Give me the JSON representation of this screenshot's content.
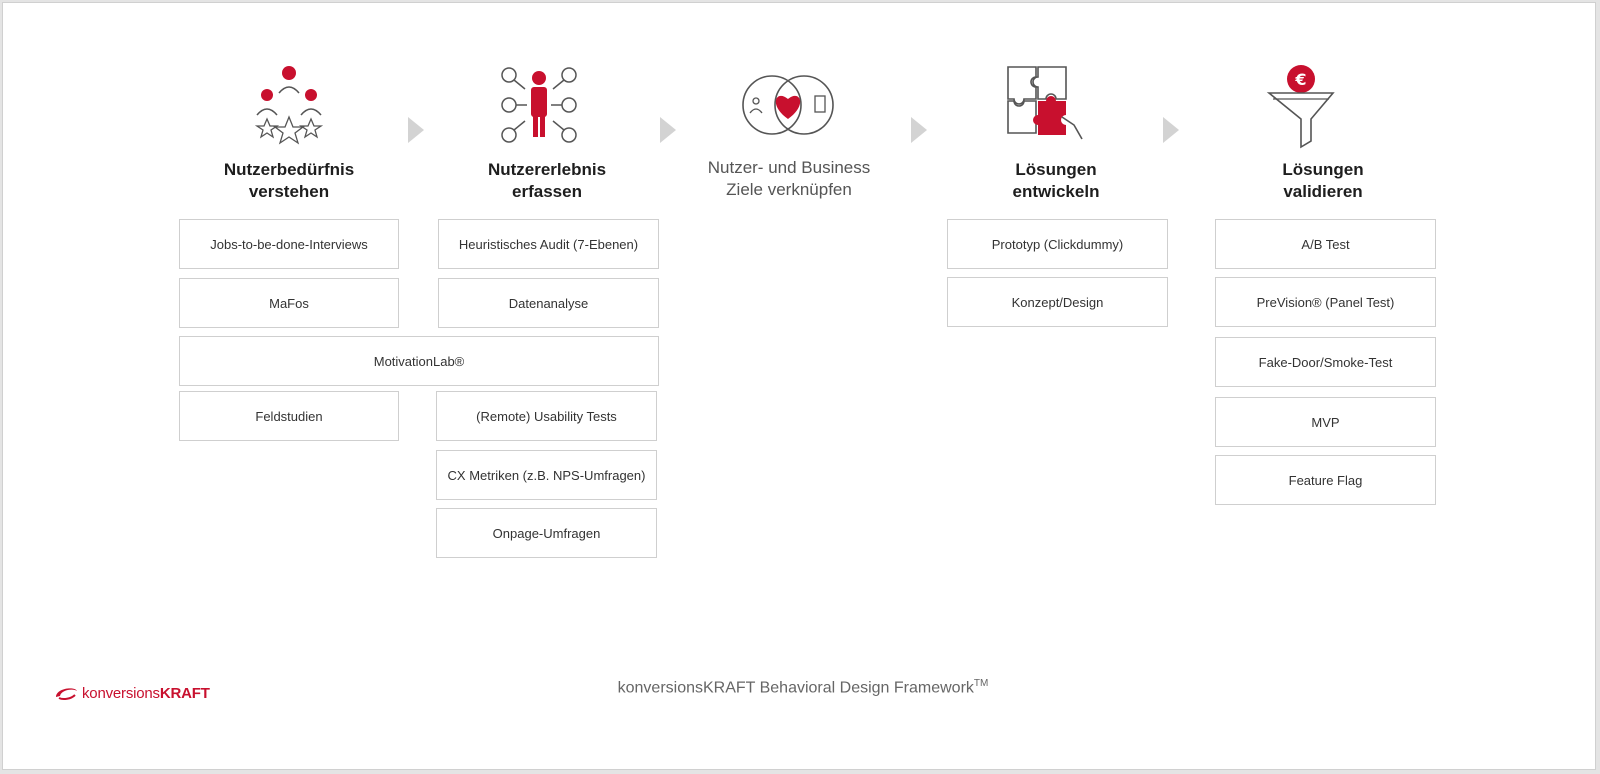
{
  "columns": [
    {
      "heading": "Nutzerbedürfnis\nverstehen",
      "icon": "user-needs-icon"
    },
    {
      "heading": "Nutzererlebnis\nerfassen",
      "icon": "user-experience-icon"
    },
    {
      "heading": "Nutzer- und Business\nZiele verknüpfen",
      "icon": "venn-heart-icon"
    },
    {
      "heading": "Lösungen\nentwickeln",
      "icon": "puzzle-icon"
    },
    {
      "heading": "Lösungen\nvalidieren",
      "icon": "funnel-euro-icon"
    }
  ],
  "methods": {
    "col1": [
      "Jobs-to-be-done-Interviews",
      "MaFos",
      "Feldstudien"
    ],
    "shared": "MotivationLab®",
    "col2": [
      "Heuristisches Audit (7-Ebenen)",
      "Datenanalyse",
      "(Remote) Usability Tests",
      "CX Metriken (z.B. NPS-Umfragen)",
      "Onpage-Umfragen"
    ],
    "col4": [
      "Prototyp (Clickdummy)",
      "Konzept/Design"
    ],
    "col5": [
      "A/B Test",
      "PreVision® (Panel Test)",
      "Fake-Door/Smoke-Test",
      "MVP",
      "Feature Flag"
    ]
  },
  "footer": {
    "logo_prefix": "konversions",
    "logo_bold": "KRAFT",
    "title": "konversionsKRAFT Behavioral Design Framework",
    "title_sup": "TM"
  },
  "colors": {
    "accent": "#c8102e",
    "arrow": "#d3d3d3",
    "border": "#cfcfcf"
  }
}
